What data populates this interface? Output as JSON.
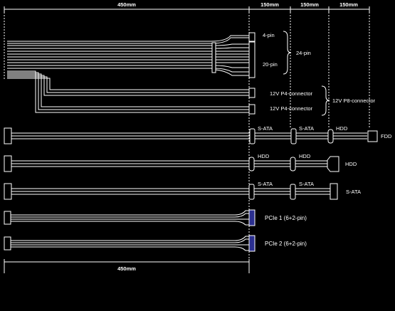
{
  "dimensions": {
    "top_main": "450mm",
    "top_seg1": "150mm",
    "top_seg2": "150mm",
    "top_seg3": "150mm",
    "bottom_main": "450mm"
  },
  "atx": {
    "pin4": "4-pin",
    "pin20": "20-pin",
    "pin24": "24-pin",
    "p4_a": "12V P4-connector",
    "p4_b": "12V P4-connector",
    "p8": "12V P8-connector"
  },
  "cable1": {
    "conn1": "S-ATA",
    "conn2": "S-ATA",
    "conn3": "HDD",
    "conn4": "FDD"
  },
  "cable2": {
    "conn1": "HDD",
    "conn2": "HDD",
    "conn3": "HDD"
  },
  "cable3": {
    "conn1": "S-ATA",
    "conn2": "S-ATA",
    "conn3": "S-ATA"
  },
  "cable4": {
    "conn1": "PCIe 1 (6+2-pin)"
  },
  "cable5": {
    "conn1": "PCIe 2 (6+2-pin)"
  },
  "colors": {
    "background": "#000000",
    "line": "#ffffff",
    "pcie_connector": "#2b2f8f"
  }
}
